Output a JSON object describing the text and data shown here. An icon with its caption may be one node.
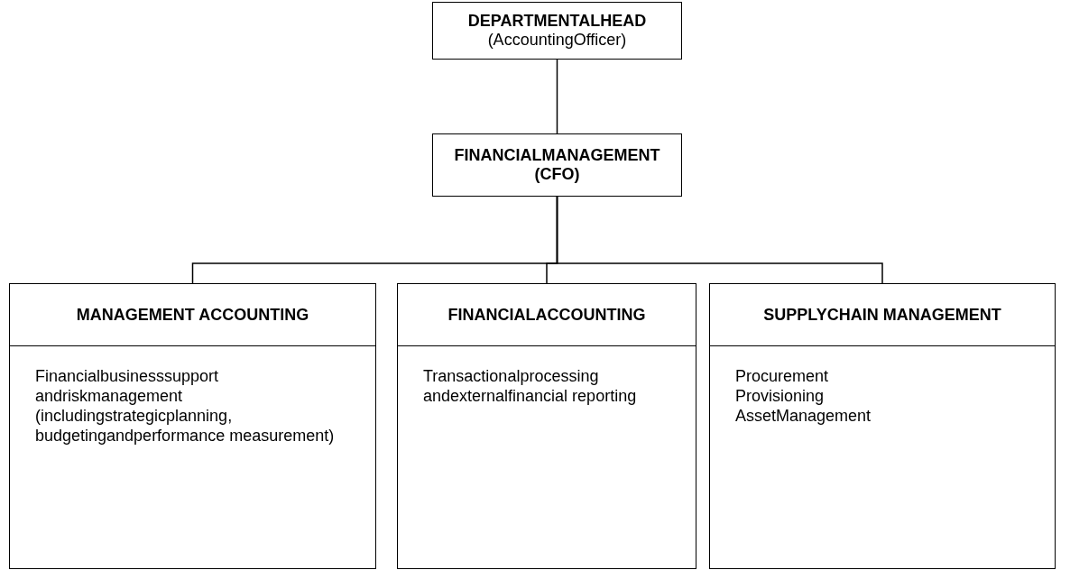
{
  "diagram": {
    "nodes": [
      {
        "text": [
          "DEPARTMENTALHEAD",
          "(AccountingOfficer)"
        ]
      },
      {
        "text": [
          "FINANCIALMANAGEMENT (CFO)"
        ]
      },
      {
        "text": [
          "MANAGEMENT ACCOUNTING"
        ]
      },
      {
        "text": [
          "Financialbusinesssupport andriskmanagement (includingstrategicplanning, budgetingandperformance measurement)"
        ]
      },
      {
        "text": [
          "FINANCIALACCOUNTING"
        ]
      },
      {
        "text": [
          "Transactionalprocessing andexternalfinancial reporting"
        ]
      },
      {
        "text": [
          "SUPPLYCHAIN MANAGEMENT"
        ]
      },
      {
        "text": [
          "Procurement",
          "Provisioning",
          "AssetManagement"
        ]
      }
    ],
    "edges": [
      {
        "from": 0,
        "to": 1,
        "arrow": "none"
      },
      {
        "from": 1,
        "to": 2,
        "arrow": "none"
      },
      {
        "from": 1,
        "to": 4,
        "arrow": "none"
      },
      {
        "from": 1,
        "to": 6,
        "arrow": "none"
      }
    ]
  }
}
